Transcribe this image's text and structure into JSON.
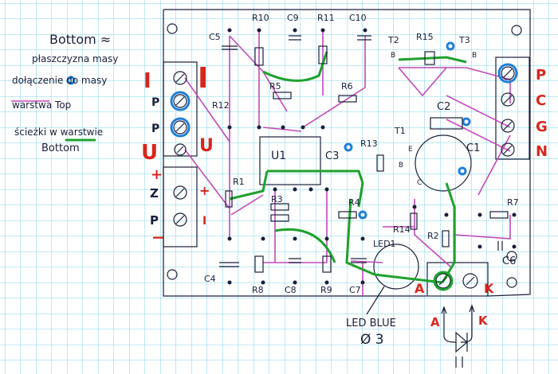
{
  "legend": {
    "title": "Bottom ≈",
    "line1": "płaszczyzna masy",
    "line2": "dołączenie do masy",
    "line3": "warstwa Top",
    "line4": "ścieżki w warstwie",
    "line5": "Bottom"
  },
  "left_connector": {
    "outer": [
      "I",
      "P",
      "P",
      "U"
    ],
    "inner": [
      "I",
      "U"
    ]
  },
  "power_connector": {
    "plus": "+",
    "z": "Z",
    "p": "P",
    "minus": "−",
    "plus_in": "+",
    "i_in": "I"
  },
  "right_connector": [
    "P",
    "C",
    "G",
    "N"
  ],
  "components": {
    "r10": "R10",
    "c9": "C9",
    "r11": "R11",
    "c10": "C10",
    "c5": "C5",
    "t2": "T2",
    "r15": "R15",
    "t3": "T3",
    "b1": "B",
    "b2": "B",
    "r12": "R12",
    "r5": "R5",
    "r6": "R6",
    "c2": "C2",
    "u1": "U1",
    "c3": "C3",
    "r13": "R13",
    "t1": "T1",
    "e": "E",
    "b3": "B",
    "c": "C",
    "c1": "C1",
    "r1": "R1",
    "r3": "R3",
    "r4": "R4",
    "r14": "R14",
    "r2": "R2",
    "r7": "R7",
    "led1": "LED1",
    "c6": "C6",
    "c4": "C4",
    "r8": "R8",
    "c8": "C8",
    "r9": "R9",
    "c7": "C7"
  },
  "led_connector": {
    "a": "A",
    "k": "K",
    "a_ext": "A",
    "k_ext": "K"
  },
  "led_note": {
    "line1": "LED BLUE",
    "line2": "Ø 3"
  },
  "colors": {
    "grid": "#7fd3e6",
    "top_layer": "#c04ab8",
    "bottom_layer": "#1fa12e",
    "ground": "#1f7fd6",
    "label_red": "#d8261c"
  }
}
